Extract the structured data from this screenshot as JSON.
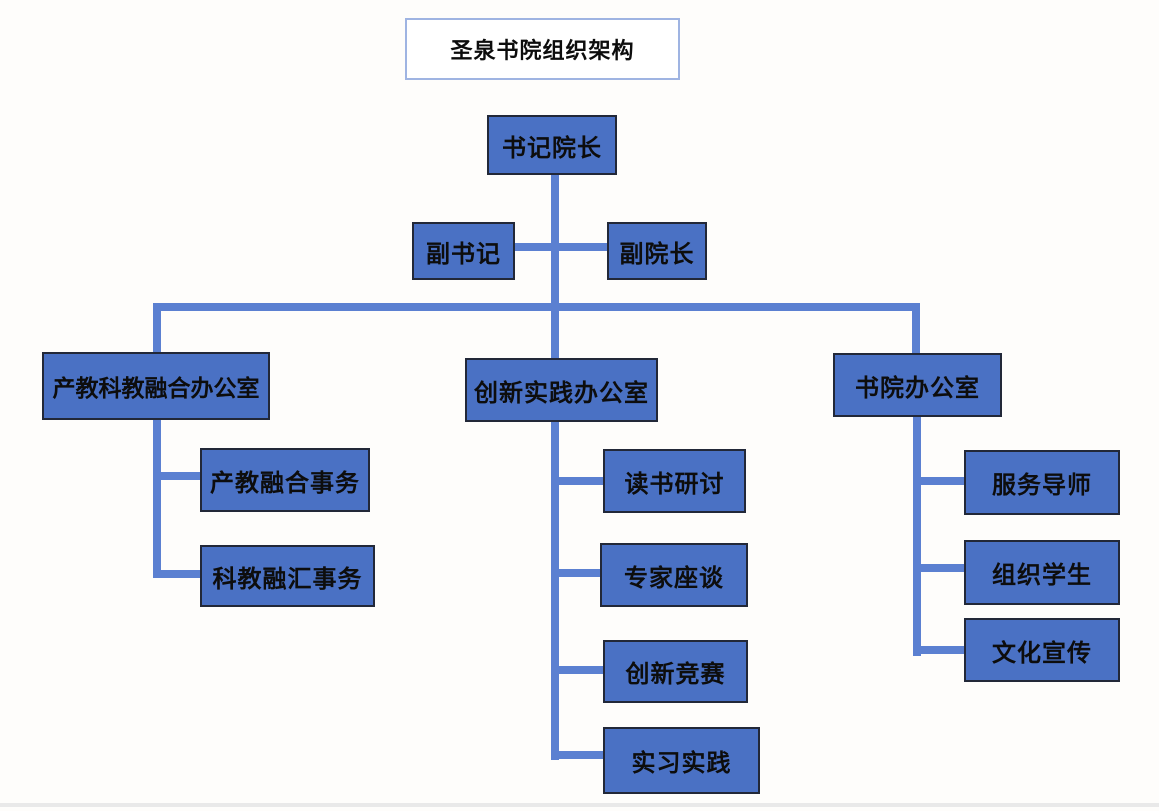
{
  "org": {
    "title": "圣泉书院组织架构",
    "root": "书记院长",
    "deputies": [
      "副书记",
      "副院长"
    ],
    "branches": [
      {
        "office": "产教科教融合办公室",
        "children": [
          "产教融合事务",
          "科教融汇事务"
        ]
      },
      {
        "office": "创新实践办公室",
        "children": [
          "读书研讨",
          "专家座谈",
          "创新竞赛",
          "实习实践"
        ]
      },
      {
        "office": "书院办公室",
        "children": [
          "服务导师",
          "组织学生",
          "文化宣传"
        ]
      }
    ]
  },
  "colors": {
    "node_fill": "#4a71c4",
    "node_border": "#222838",
    "connector": "#5b80d1",
    "title_border": "#9fb4e2",
    "text": "#0d0d0d",
    "background": "#fefdfb"
  }
}
